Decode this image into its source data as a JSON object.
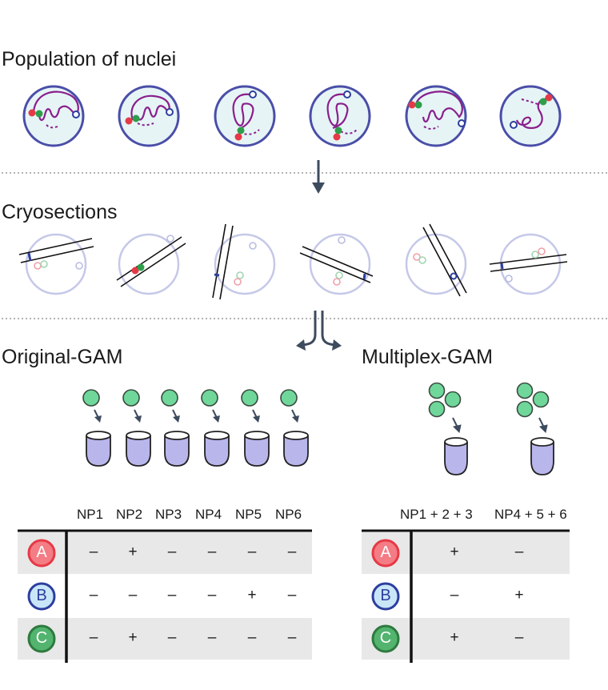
{
  "labels": {
    "population": "Population of nuclei",
    "cryosections": "Cryosections",
    "original": "Original-GAM",
    "multiplex": "Multiplex-GAM"
  },
  "original_table": {
    "columns": [
      "NP1",
      "NP2",
      "NP3",
      "NP4",
      "NP5",
      "NP6"
    ],
    "rows": [
      {
        "id": "A",
        "values": [
          "–",
          "+",
          "–",
          "–",
          "–",
          "–"
        ]
      },
      {
        "id": "B",
        "values": [
          "–",
          "–",
          "–",
          "–",
          "+",
          "–"
        ]
      },
      {
        "id": "C",
        "values": [
          "–",
          "+",
          "–",
          "–",
          "–",
          "–"
        ]
      }
    ]
  },
  "multiplex_table": {
    "columns": [
      "NP1 + 2 + 3",
      "NP4 + 5 + 6"
    ],
    "rows": [
      {
        "id": "A",
        "values": [
          "+",
          "–"
        ]
      },
      {
        "id": "B",
        "values": [
          "–",
          "+"
        ]
      },
      {
        "id": "C",
        "values": [
          "+",
          "–"
        ]
      }
    ]
  },
  "colors": {
    "locus_A": "#e63946",
    "locus_B": "#2c3e9e",
    "locus_C": "#2e9e4a",
    "nucleus_border": "#4a4ea8",
    "nucleus_fill": "#e6f4f6",
    "chromatin": "#8a1f8c",
    "tube_fill": "#b9b6ec",
    "np_green": "#6fd79a",
    "row_shade": "#e8e8e8"
  }
}
